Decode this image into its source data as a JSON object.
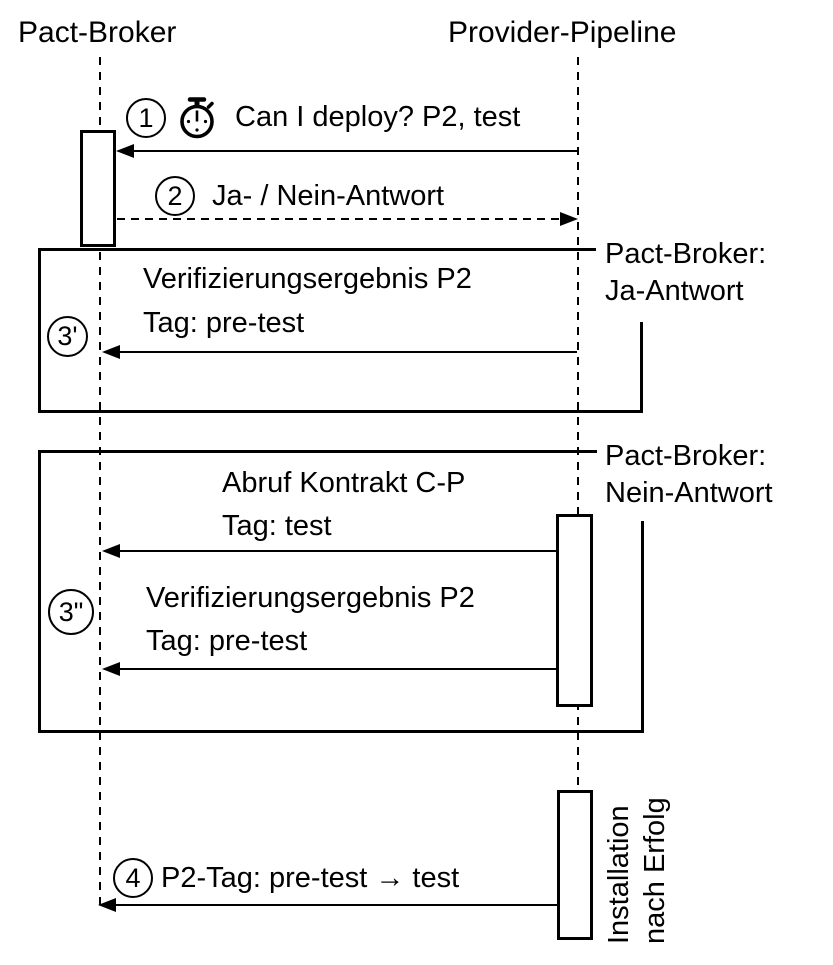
{
  "actors": [
    {
      "name": "Pact-Broker"
    },
    {
      "name": "Provider-Pipeline"
    }
  ],
  "messages": {
    "m1": {
      "step": "1",
      "icon": "stopwatch",
      "label": "Can I deploy? P2, test"
    },
    "m2": {
      "step": "2",
      "label": "Ja- / Nein-Antwort"
    },
    "m4": {
      "step": "4",
      "label": "P2-Tag: pre-test → test"
    }
  },
  "frames": {
    "ja": {
      "step": "3'",
      "note": {
        "line1": "Pact-Broker:",
        "line2": "Ja-Antwort"
      },
      "m": [
        {
          "line1": "Verifizierungsergebnis P2",
          "line2": "Tag: pre-test"
        }
      ]
    },
    "nein": {
      "step": "3\"",
      "note": {
        "line1": "Pact-Broker:",
        "line2": "Nein-Antwort"
      },
      "m": [
        {
          "line1": "Abruf Kontrakt C-P",
          "line2": "Tag: test"
        },
        {
          "line1": "Verifizierungsergebnis P2",
          "line2": "Tag: pre-test"
        }
      ]
    }
  },
  "activation_label": {
    "line1": "Installation",
    "line2": "nach Erfolg"
  },
  "colors": {
    "ink": "#000000",
    "background": "#ffffff"
  }
}
